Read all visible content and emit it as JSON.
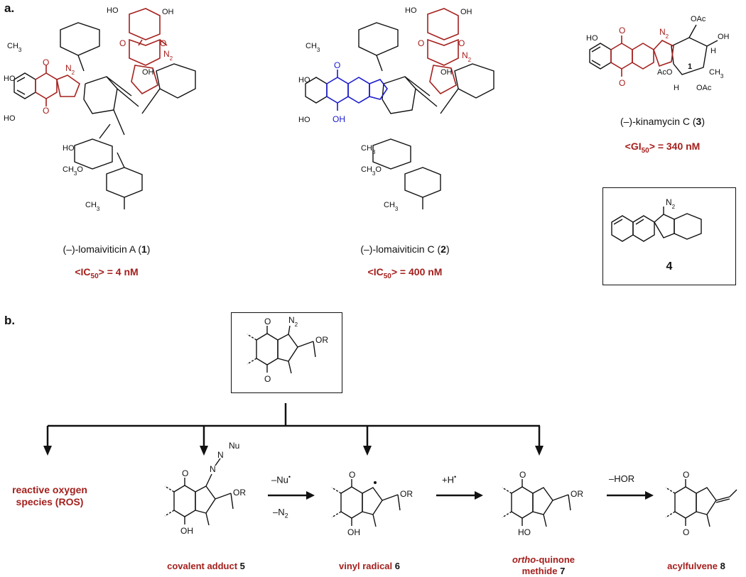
{
  "panel_a": {
    "label": "a.",
    "compound1": {
      "name_prefix": "(–)-lomaiviticin A (",
      "num": "1",
      "name_suffix": ")",
      "activity_pre": "<IC",
      "activity_sub": "50",
      "activity_post": "> = 4 nM"
    },
    "compound2": {
      "name_prefix": "(–)-lomaiviticin C (",
      "num": "2",
      "name_suffix": ")",
      "activity_pre": "<IC",
      "activity_sub": "50",
      "activity_post": "> = 400 nM"
    },
    "compound3": {
      "name_prefix": "(–)-kinamycin C (",
      "num": "3",
      "name_suffix": ")",
      "activity_pre": "<GI",
      "activity_sub": "50",
      "activity_post": "> = 340 nM"
    },
    "compound4": {
      "num": "4",
      "diazo": "N",
      "diazo_sub": "2"
    },
    "atoms": {
      "HO": "HO",
      "OH": "OH",
      "O": "O",
      "N2": "N",
      "CH3": "CH",
      "OAc": "OAc",
      "AcO": "AcO",
      "H": "H",
      "one": "1",
      "methoxy": "CH",
      "O_bridge": "O"
    }
  },
  "panel_b": {
    "label": "b.",
    "core": {
      "N2": "N",
      "N2_sub": "2",
      "OR": "OR",
      "O": "O"
    },
    "outcomes": [
      {
        "bold": "reactive oxygen species (ROS)",
        "line1": "reactive oxygen",
        "line2": "species (ROS)"
      },
      {
        "name": "covalent adduct ",
        "num": "5",
        "Nu": "Nu",
        "N": "N"
      },
      {
        "name": "vinyl radical ",
        "num": "6"
      },
      {
        "name_italic": "ortho",
        "name_rest": "-quinone",
        "line2": "methide ",
        "num": "7"
      },
      {
        "name": "acylfulvene ",
        "num": "8"
      }
    ],
    "arrows": [
      {
        "top": "–Nu",
        "top_sup": "•",
        "bottom": "–N",
        "bottom_sub": "2"
      },
      {
        "top": "+H",
        "top_sup": "•"
      },
      {
        "top": "–HOR"
      }
    ]
  },
  "colors": {
    "red": "#a4201d",
    "blue": "#1a1acc",
    "black": "#111111"
  }
}
